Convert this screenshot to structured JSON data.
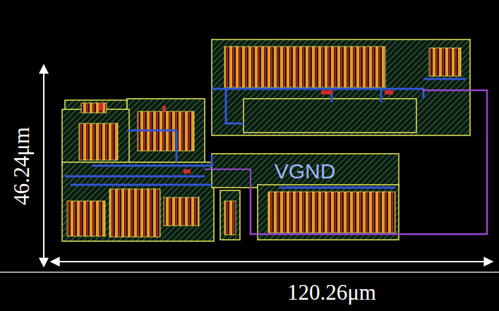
{
  "diagram": {
    "labels": [
      "46.24μm",
      "120.26μm",
      "VGND"
    ]
  }
}
